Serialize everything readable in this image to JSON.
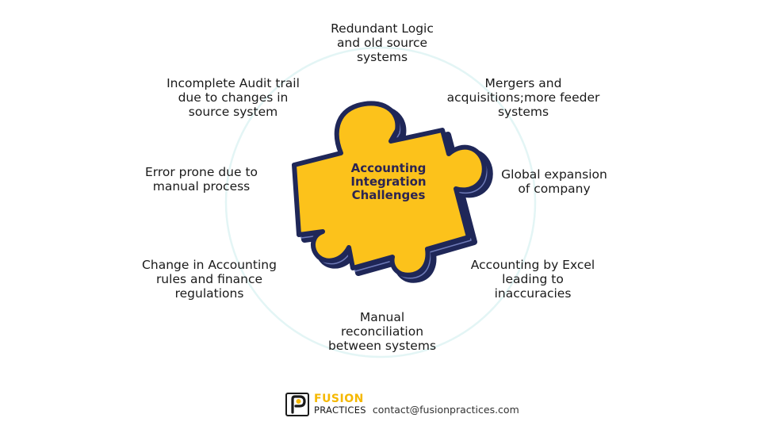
{
  "center": {
    "title": "Accounting\nIntegration\nChallenges"
  },
  "challenges": [
    "Redundant Logic\nand old source\nsystems",
    "Mergers and\nacquisitions;more feeder\nsystems",
    "Global expansion\nof company",
    "Accounting by Excel\nleading to\ninaccuracies",
    "Manual\nreconciliation\nbetween systems",
    "Change in Accounting\nrules and finance\nregulations",
    "Error prone due to\nmanual process",
    "Incomplete Audit trail\ndue to changes in\nsource system"
  ],
  "footer": {
    "brand_top": "FUSION",
    "brand_bottom": "PRACTICES",
    "contact": "contact@fusionpractices.com"
  },
  "colors": {
    "puzzle_fill": "#fcc21b",
    "puzzle_outline": "#1f2758",
    "ring": "#e3f5f5",
    "brand_accent": "#f5b800"
  },
  "icons": {
    "logo": "fusion-practices-logo-icon"
  }
}
